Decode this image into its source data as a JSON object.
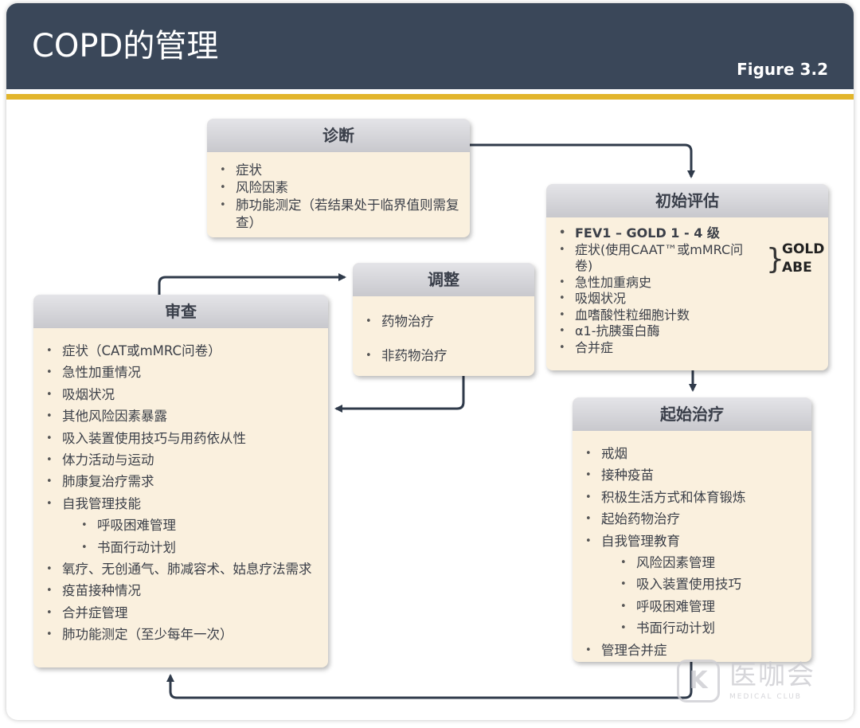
{
  "header": {
    "title": "COPD的管理",
    "figure_label": "Figure 3.2"
  },
  "diagnosis": {
    "title": "诊断",
    "items": [
      "症状",
      "风险因素",
      "肺功能测定（若结果处于临界值则需复查）"
    ]
  },
  "initial_assessment": {
    "title": "初始评估",
    "items": [
      "FEV1 – GOLD 1 - 4 级",
      "症状(使用CAAT™或mMRC问卷)",
      "急性加重病史",
      "吸烟状况",
      "血嗜酸性粒细胞计数",
      "α1-抗胰蛋白酶",
      "合并症"
    ],
    "gold_label_1": "GOLD",
    "gold_label_2": "ABE"
  },
  "adjust": {
    "title": "调整",
    "items": [
      "药物治疗",
      "非药物治疗"
    ]
  },
  "review": {
    "title": "审查",
    "items": [
      "症状（CAT或mMRC问卷）",
      "急性加重情况",
      "吸烟状况",
      "其他风险因素暴露",
      "吸入装置使用技巧与用药依从性",
      "体力活动与运动",
      "肺康复治疗需求",
      "自我管理技能",
      "呼吸困难管理",
      "书面行动计划",
      "氧疗、无创通气、肺减容术、姑息疗法需求",
      "疫苗接种情况",
      "合并症管理",
      "肺功能测定（至少每年一次）"
    ]
  },
  "initial_treatment": {
    "title": "起始治疗",
    "items": [
      "戒烟",
      "接种疫苗",
      "积极生活方式和体育锻炼",
      "起始药物治疗",
      "自我管理教育",
      "风险因素管理",
      "吸入装置使用技巧",
      "呼吸困难管理",
      "书面行动计划",
      "管理合并症"
    ]
  },
  "watermark": {
    "text": "医咖会",
    "sub": "MEDICAL CLUB"
  },
  "colors": {
    "header": "#3a4759",
    "accent_line": "#e2b52b",
    "box_body": "#faf0de",
    "box_header": "#d6d6da",
    "arrow": "#2f3a4a"
  }
}
